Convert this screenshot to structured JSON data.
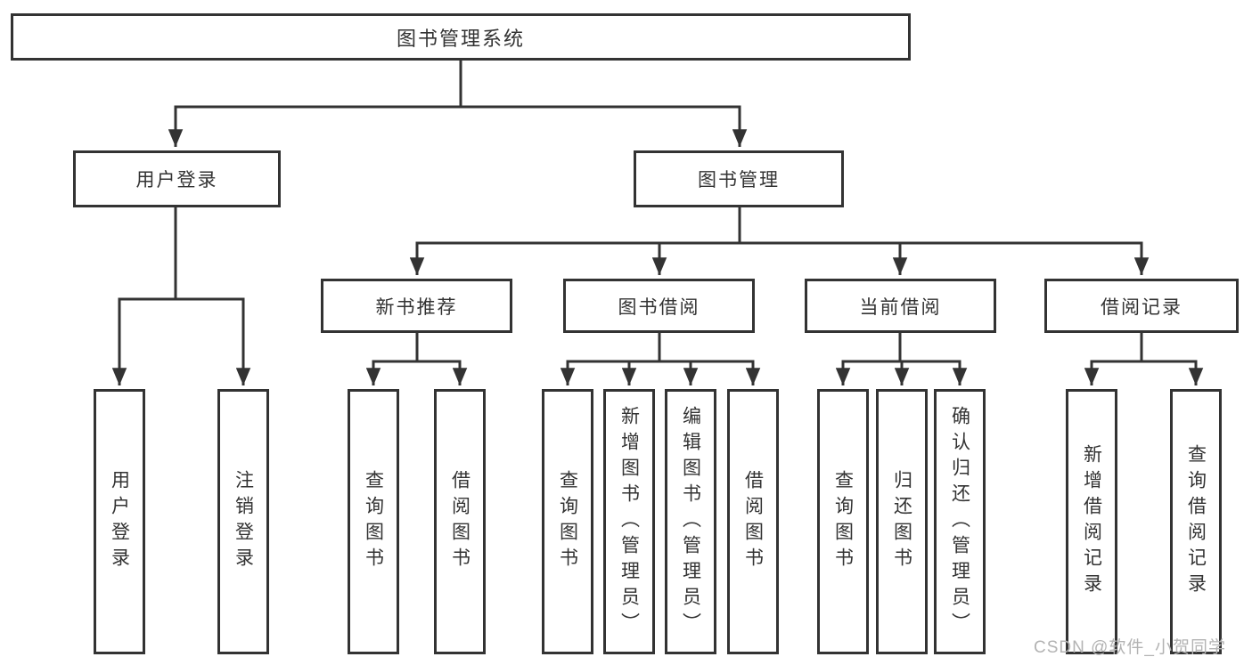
{
  "diagram": {
    "root": {
      "label": "图书管理系统"
    },
    "branches": [
      {
        "label": "用户登录"
      },
      {
        "label": "图书管理"
      }
    ],
    "modules": [
      {
        "label": "新书推荐"
      },
      {
        "label": "图书借阅"
      },
      {
        "label": "当前借阅"
      },
      {
        "label": "借阅记录"
      }
    ],
    "leaves": [
      {
        "label": "用户登录"
      },
      {
        "label": "注销登录"
      },
      {
        "label": "查询图书"
      },
      {
        "label": "借阅图书"
      },
      {
        "label": "查询图书"
      },
      {
        "label": "新增图书（管理员）"
      },
      {
        "label": "编辑图书（管理员）"
      },
      {
        "label": "借阅图书"
      },
      {
        "label": "查询图书"
      },
      {
        "label": "归还图书"
      },
      {
        "label": "确认归还（管理员）"
      },
      {
        "label": "新增借阅记录"
      },
      {
        "label": "查询借阅记录"
      }
    ]
  },
  "watermark": "CSDN @软件_小贺同学",
  "colors": {
    "line": "#333333",
    "text": "#333333",
    "watermark": "#b3b3b3",
    "background": "#ffffff"
  }
}
